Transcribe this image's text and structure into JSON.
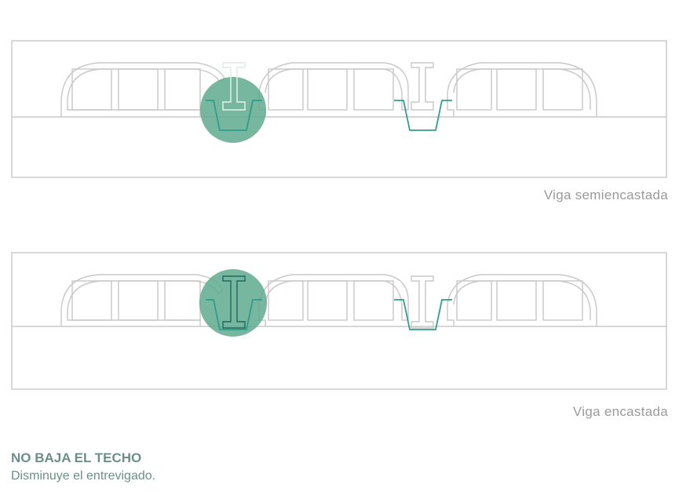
{
  "diagrams": [
    {
      "caption": "Viga semiencastada",
      "variant": "semi"
    },
    {
      "caption": "Viga encastada",
      "variant": "full"
    }
  ],
  "footer": {
    "title": "NO BAJA EL TECHO",
    "subtitle": "Disminuye el entrevigado."
  },
  "colors": {
    "outline": "#c8c8c8",
    "accent": "#2e9e8a",
    "highlight": "#5fa98e",
    "text_caption": "#9a9a9a",
    "text_footer": "#6b8f88"
  }
}
